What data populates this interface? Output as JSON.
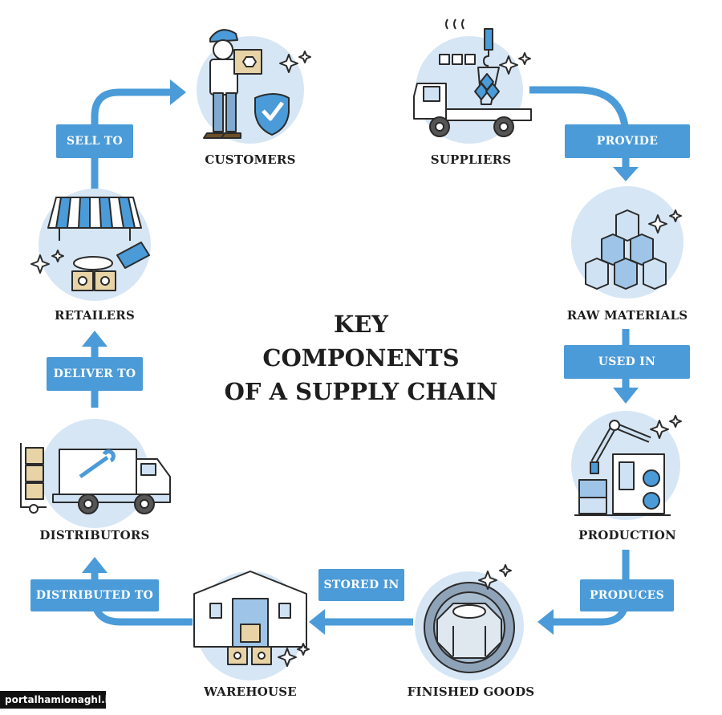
{
  "title_lines": [
    "KEY",
    "COMPONENTS",
    "OF A SUPPLY CHAIN"
  ],
  "nodes": {
    "customers": "CUSTOMERS",
    "suppliers": "SUPPLIERS",
    "raw_materials": "RAW MATERIALS",
    "production": "PRODUCTION",
    "finished_goods": "FINISHED GOODS",
    "warehouse": "WAREHOUSE",
    "distributors": "DISTRIBUTORS",
    "retailers": "RETAILERS"
  },
  "edges": {
    "provide": "PROVIDE",
    "used_in": "USED IN",
    "produces": "PRODUCES",
    "stored_in": "STORED IN",
    "distributed_to": "DISTRIBUTED TO",
    "deliver_to": "DELIVER TO",
    "sell_to": "SELL TO"
  },
  "icons": {
    "customers": "customer-with-box-icon",
    "suppliers": "truck-crane-icon",
    "raw_materials": "hex-bars-stack-icon",
    "production": "robot-arm-factory-icon",
    "finished_goods": "hex-nut-gear-icon",
    "warehouse": "warehouse-building-icon",
    "distributors": "delivery-truck-icon",
    "retailers": "storefront-awning-icon"
  },
  "watermark": "portalhamlonaghl.ir/",
  "colors": {
    "arrow": "#4a9bd8",
    "circle_bg": "#cfe2f3",
    "icon_fill": "#9ec5e8",
    "outline": "#2b2b2b"
  }
}
